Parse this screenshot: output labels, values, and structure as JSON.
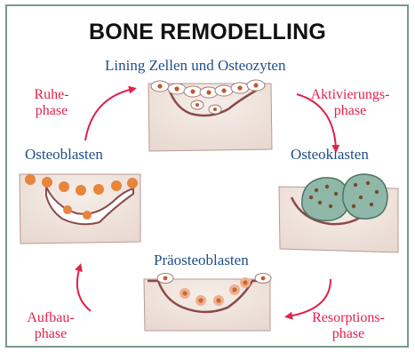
{
  "title": "BONE REMODELLING",
  "labels": {
    "lining_cells": "Lining Zellen und Osteozyten",
    "osteoblasts": "Osteoblasten",
    "osteoclasts": "Osteoklasten",
    "preosteoblasts": "Präosteoblasten"
  },
  "phases": {
    "rest_l1": "Ruhe-",
    "rest_l2": "phase",
    "activation_l1": "Aktivierungs-",
    "activation_l2": "phase",
    "build_l1": "Aufbau-",
    "build_l2": "phase",
    "resorption_l1": "Resorptions-",
    "resorption_l2": "phase"
  },
  "colors": {
    "border": "#7a9a86",
    "label_blue": "#1f4f86",
    "phase_red": "#e0224b",
    "bone_fill": "#f0e6e0",
    "bone_edge": "#8a4a4a",
    "cavity_fill": "#ffffff",
    "osteoblast": "#e8843c",
    "osteoclast": "#8fb8a8"
  }
}
